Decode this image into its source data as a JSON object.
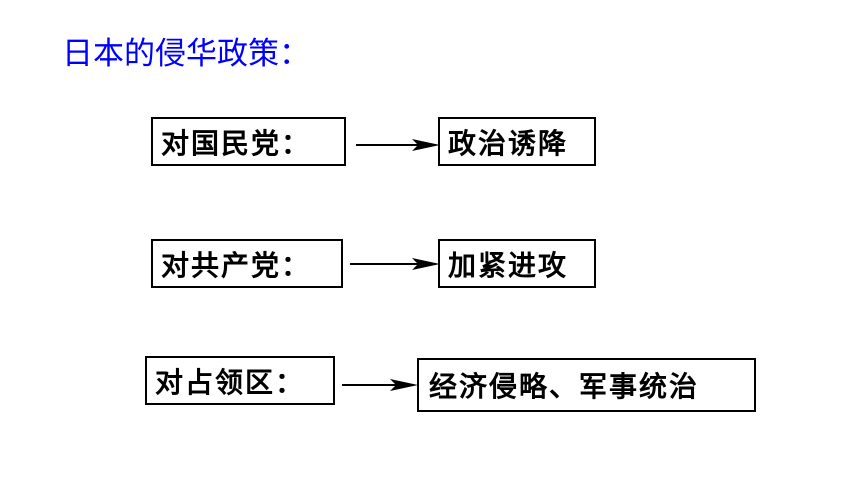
{
  "title": "日本的侵华政策：",
  "rows": [
    {
      "target": "对国民党：",
      "policy": "政治诱降"
    },
    {
      "target": "对共产党：",
      "policy": "加紧进攻"
    },
    {
      "target": "对占领区：",
      "policy": "经济侵略、军事统治"
    }
  ],
  "colors": {
    "title": "#0000ff",
    "text": "#000000",
    "border": "#000000"
  }
}
